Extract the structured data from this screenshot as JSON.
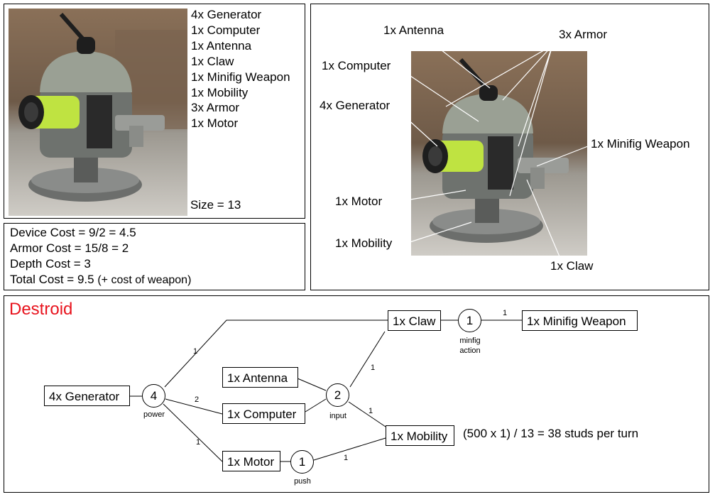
{
  "parts_list": [
    "4x Generator",
    "1x Computer",
    "1x Antenna",
    "1x Claw",
    "1x Minifig Weapon",
    "1x Mobility",
    "3x Armor",
    "1x Motor"
  ],
  "size_text": "Size = 13",
  "costs": {
    "device": "Device Cost = 9/2 = 4.5",
    "armor": "Armor Cost = 15/8 = 2",
    "depth": "Depth Cost = 3",
    "total": "Total Cost = 9.5",
    "total_note": "(+ cost of weapon)"
  },
  "callouts": {
    "antenna": "1x Antenna",
    "armor": "3x Armor",
    "computer": "1x Computer",
    "generator": "4x Generator",
    "weapon": "1x Minifig Weapon",
    "motor": "1x Motor",
    "mobility": "1x Mobility",
    "claw": "1x Claw"
  },
  "diagram": {
    "title": "Destroid",
    "nodes": {
      "generator": "4x Generator",
      "antenna": "1x Antenna",
      "computer": "1x Computer",
      "motor": "1x Motor",
      "claw": "1x Claw",
      "weapon": "1x Minifig Weapon",
      "mobility": "1x Mobility"
    },
    "circles": {
      "power": {
        "value": "4",
        "label": "power"
      },
      "input": {
        "value": "2",
        "label": "input"
      },
      "action": {
        "value": "1",
        "label": "minfig action"
      },
      "push": {
        "value": "1",
        "label": "push"
      }
    },
    "edges": {
      "power_claw": "1",
      "power_computer": "2",
      "power_motor": "1",
      "input_claw": "1",
      "input_mobility": "1",
      "action_weapon": "1",
      "push_mobility": "1"
    },
    "formula": "(500 x 1) / 13 = 38 studs per turn"
  },
  "colors": {
    "title": "#e8141e",
    "robot_body": "#6e726e",
    "robot_dome": "#9aa094",
    "generator_glow": "#c8f03c",
    "photo_background": "#7a6450"
  }
}
